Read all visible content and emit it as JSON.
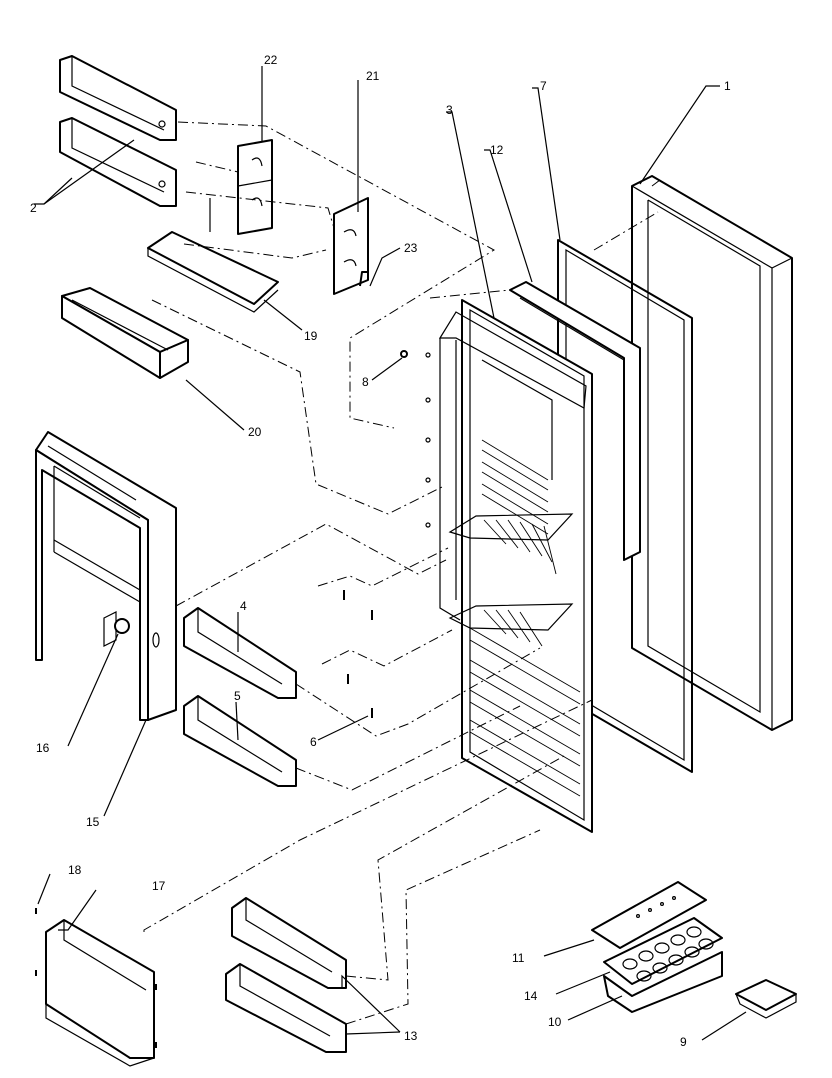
{
  "labels": [
    {
      "id": "1",
      "text": "1"
    },
    {
      "id": "2",
      "text": "2"
    },
    {
      "id": "3",
      "text": "3"
    },
    {
      "id": "4",
      "text": "4"
    },
    {
      "id": "5",
      "text": "5"
    },
    {
      "id": "6",
      "text": "6"
    },
    {
      "id": "7",
      "text": "7"
    },
    {
      "id": "8",
      "text": "8"
    },
    {
      "id": "9",
      "text": "9"
    },
    {
      "id": "10",
      "text": "10"
    },
    {
      "id": "11",
      "text": "11"
    },
    {
      "id": "12",
      "text": "12"
    },
    {
      "id": "13",
      "text": "13"
    },
    {
      "id": "14",
      "text": "14"
    },
    {
      "id": "15",
      "text": "15"
    },
    {
      "id": "16",
      "text": "16"
    },
    {
      "id": "17",
      "text": "17"
    },
    {
      "id": "18",
      "text": "18"
    },
    {
      "id": "19",
      "text": "19"
    },
    {
      "id": "20",
      "text": "20"
    },
    {
      "id": "21",
      "text": "21"
    },
    {
      "id": "22",
      "text": "22"
    },
    {
      "id": "23",
      "text": "23"
    }
  ]
}
